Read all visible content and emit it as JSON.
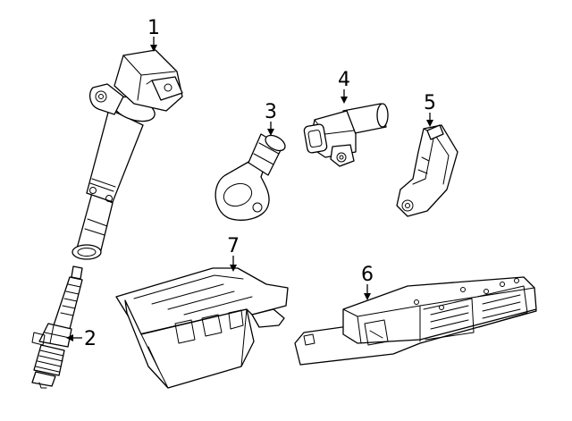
{
  "callouts": [
    {
      "id": "1"
    },
    {
      "id": "2"
    },
    {
      "id": "3"
    },
    {
      "id": "4"
    },
    {
      "id": "5"
    },
    {
      "id": "6"
    },
    {
      "id": "7"
    }
  ],
  "parts": [
    {
      "callout": "1",
      "icon": "ignition-coil-icon"
    },
    {
      "callout": "2",
      "icon": "spark-plug-icon"
    },
    {
      "callout": "3",
      "icon": "knock-sensor-icon"
    },
    {
      "callout": "4",
      "icon": "camshaft-position-sensor-icon"
    },
    {
      "callout": "5",
      "icon": "crankshaft-position-sensor-icon"
    },
    {
      "callout": "6",
      "icon": "ecm-module-icon"
    },
    {
      "callout": "7",
      "icon": "ecm-bracket-icon"
    }
  ],
  "colors": {
    "line": "#000000",
    "background": "#ffffff"
  }
}
